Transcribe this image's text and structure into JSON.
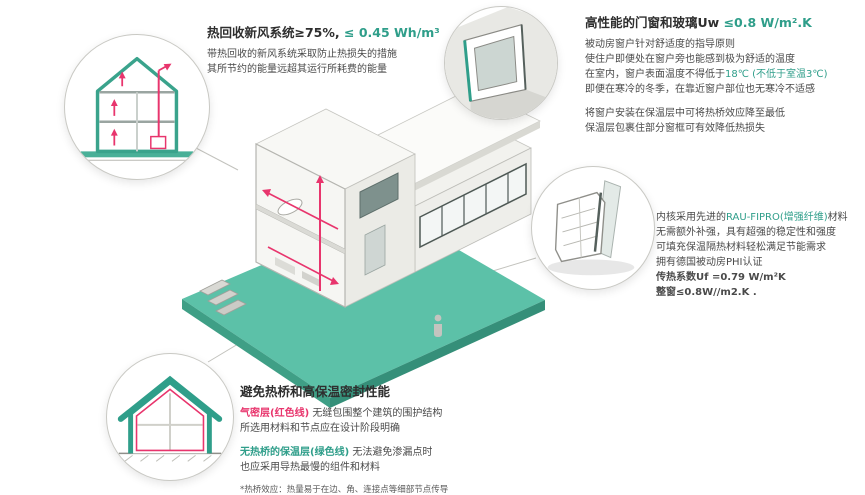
{
  "colors": {
    "teal_accent": "#2F9E8A",
    "red_accent": "#E8356D",
    "ground_teal": "#5CC1A8",
    "heading_text": "#2E2E2E",
    "body_text": "#4A4A4A"
  },
  "illustrations": {
    "circle_top_left": "heat-recovery-house-cross-section",
    "circle_top_right": "window-installation-detail",
    "circle_middle_right": "window-frame-profile-product",
    "circle_bottom_left": "thermal-envelope-house-outline",
    "center": "passive-house-3d-cutaway"
  },
  "sections": {
    "heat_recovery": {
      "title": "热回收新风系统≥75%, ",
      "title_value": "≤ 0.45 Wh/m³",
      "line1": "带热回收的新风系统采取防止热损失的措施",
      "line2": "其所节约的能量远超其运行所耗费的能量"
    },
    "windows": {
      "title": "高性能的门窗和玻璃Uw ",
      "title_value": "≤0.8 W/m².K",
      "line1": "被动房窗户针对舒适度的指导原则",
      "line2": "使住户即便处在窗户旁也能感到极为舒适的温度",
      "line3_pre": "在室内，窗户表面温度不得低于",
      "line3_value": "18℃ (不低于室温3℃)",
      "line4": "即便在寒冷的冬季，在靠近窗户部位也无寒冷不适感",
      "line5": "将窗户安装在保温层中可将热桥效应降至最低",
      "line6": "保温层包裹住部分窗框可有效降低热损失"
    },
    "profile": {
      "line1_pre": "内核采用先进的",
      "line1_value": "RAU-FIPRO(增强纤维)",
      "line1_post": "材料",
      "line2": "无需额外补强，具有超强的稳定性和强度",
      "line3": "可填充保温隔热材料轻松满足节能需求",
      "line4": "拥有德国被动房PHI认证",
      "line5": "传热系数Uf =0.79 W/m²K",
      "line6": "整窗≤0.8W//m2.K ."
    },
    "thermal_bridge": {
      "title": "避免热桥和高保温密封性能",
      "line1_label": "气密层(红色线)",
      "line1_rest": " 无缝包围整个建筑的围护结构",
      "line2": "所选用材料和节点应在设计阶段明确",
      "line3_label": "无热桥的保温层(绿色线)",
      "line3_rest": " 无法避免渗漏点时",
      "line4": "也应采用导热最慢的组件和材料",
      "footnote": "*热桥效应：热量易于在边、角、连接点等细部节点传导"
    }
  }
}
